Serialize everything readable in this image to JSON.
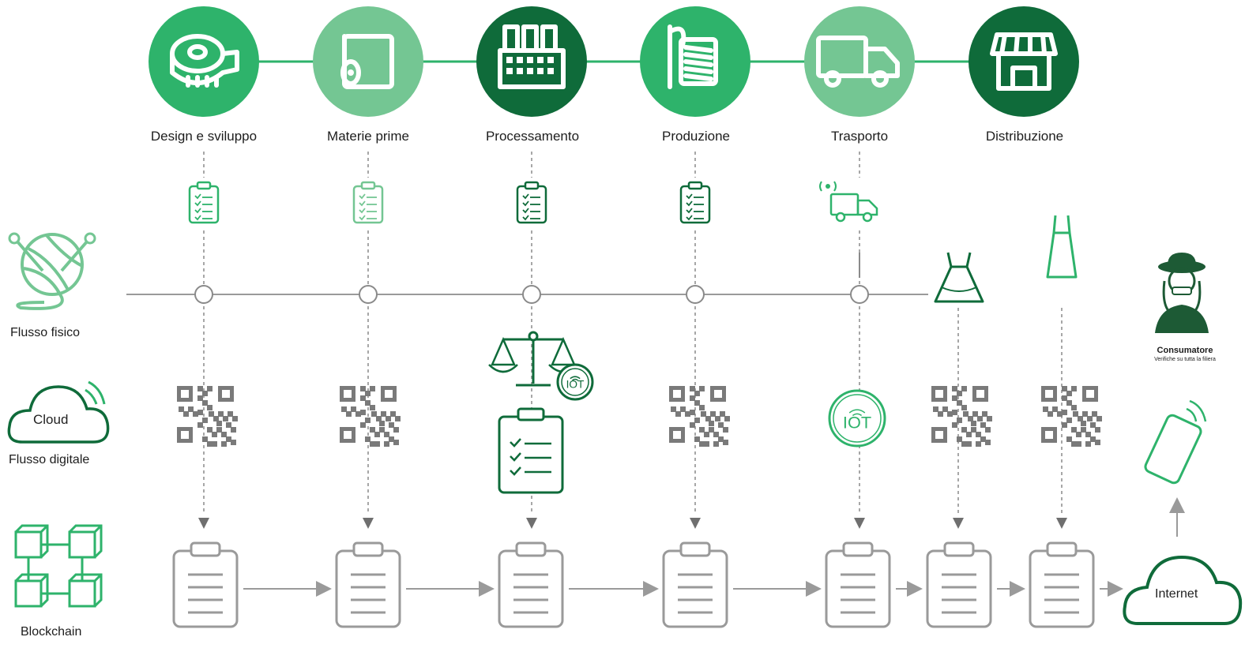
{
  "stages": [
    {
      "label": "Design e sviluppo",
      "icon": "tape-measure-icon",
      "color": "#2eb36b"
    },
    {
      "label": "Materie prime",
      "icon": "fabric-roll-icon",
      "color": "#74c693"
    },
    {
      "label": "Processamento",
      "icon": "factory-icon",
      "color": "#0f6b3a"
    },
    {
      "label": "Produzione",
      "icon": "needle-thread-icon",
      "color": "#2eb36b"
    },
    {
      "label": "Trasporto",
      "icon": "truck-icon",
      "color": "#74c693"
    },
    {
      "label": "Distribuzione",
      "icon": "store-icon",
      "color": "#0f6b3a"
    }
  ],
  "side_labels": {
    "physical": "Flusso fisico",
    "digital": "Flusso digitale",
    "blockchain": "Blockchain"
  },
  "cloud_label": "Cloud",
  "consumer": {
    "title": "Consumatore",
    "subtitle": "Verifiche su tutta la filiera"
  },
  "internet_label": "Internet",
  "iot_label": "IOT",
  "colors": {
    "dark_green": "#0f6b3a",
    "green": "#2eb36b",
    "light_green": "#74c693",
    "gray": "#8a8a8a",
    "qr_gray": "#7a7a7a"
  }
}
